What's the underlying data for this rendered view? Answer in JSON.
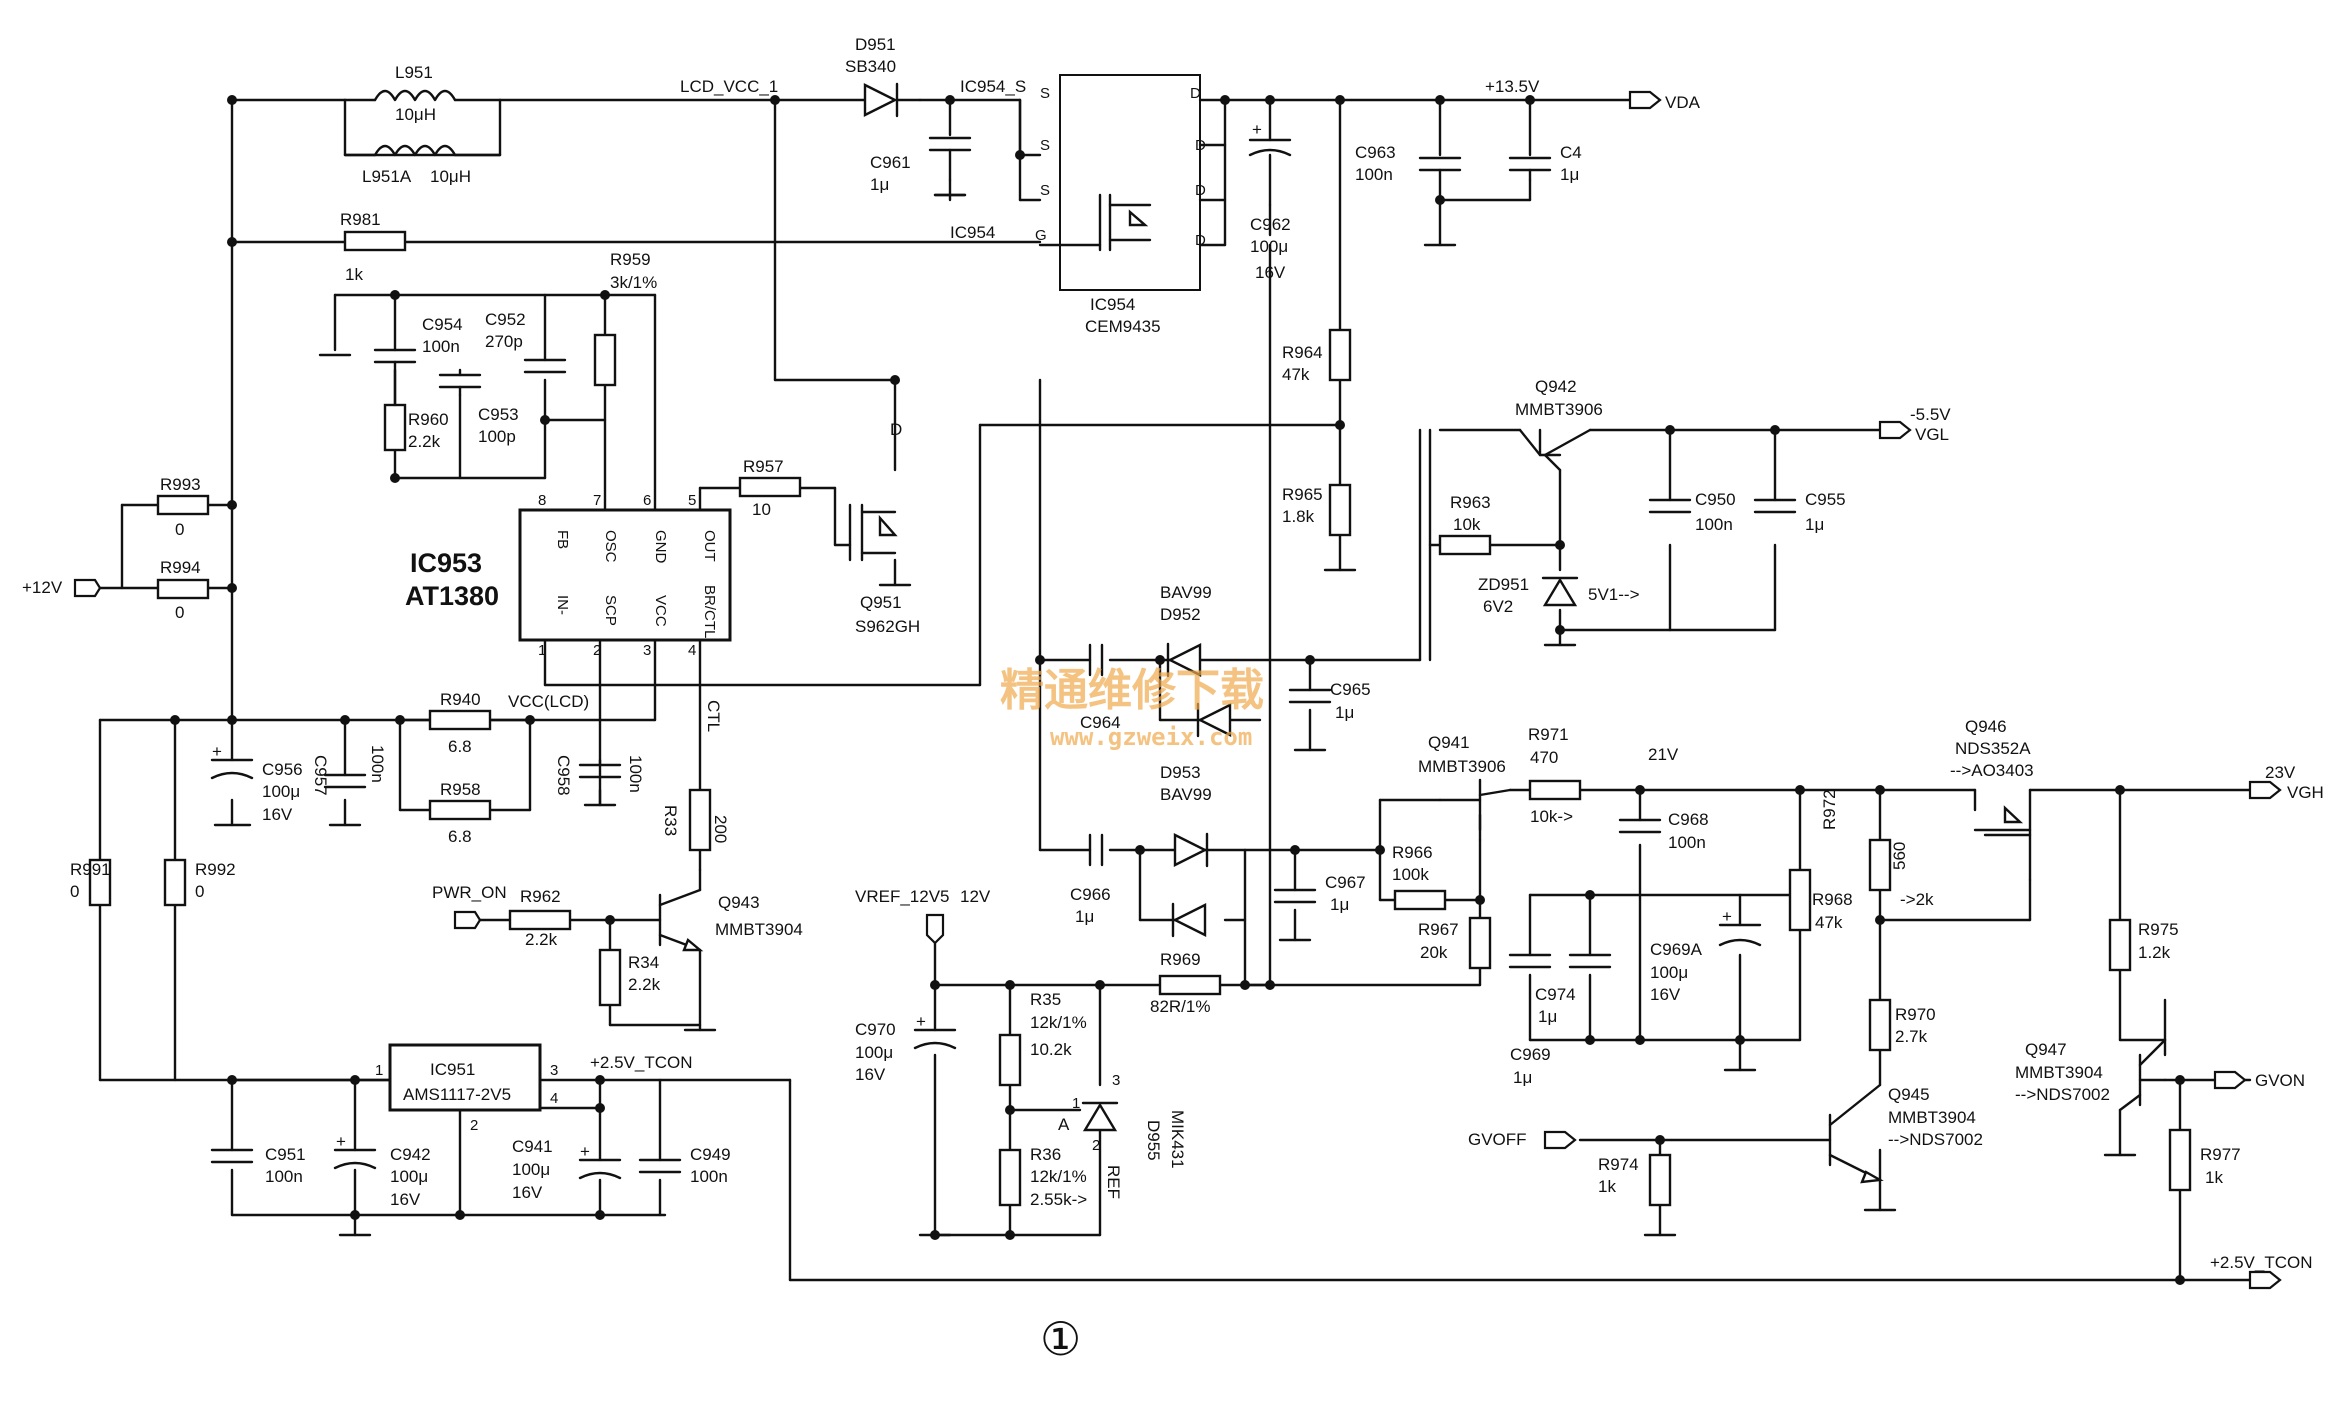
{
  "watermark": {
    "site_name": "精通维修下载",
    "url": "www.gzweix.com"
  },
  "page_mark": "①",
  "nets": {
    "lcd_vcc_1": "LCD_VCC_1",
    "ic954_s": "IC954_S",
    "ic954_g": "IC954",
    "v13_5": "+13.5V",
    "vda": "VDA",
    "v_5_5": "-5.5V",
    "vgl": "VGL",
    "v12": "+12V",
    "vcc_lcd": "VCC(LCD)",
    "pwr_on": "PWR_ON",
    "vref": "VREF_12V5",
    "vref_12v": "12V",
    "tcon_top": "+2.5V_TCON",
    "tcon_bottom": "+2.5V_TCON",
    "v21": "21V",
    "v23": "23V",
    "vgh": "VGH",
    "gvoff": "GVOFF",
    "gvon": "GVON",
    "ctl": "CTL",
    "d_label": "D",
    "pin_a": "A",
    "pin_ref": "REF",
    "zd_note": "5V1-->"
  },
  "components": {
    "l951": {
      "ref": "L951",
      "value": "10μH"
    },
    "l951a": {
      "ref": "L951A",
      "value": "10μH"
    },
    "r981": {
      "ref": "R981",
      "value": "1k"
    },
    "d951": {
      "ref": "D951",
      "value": "SB340"
    },
    "c961": {
      "ref": "C961",
      "value": "1μ"
    },
    "ic954": {
      "ref": "IC954",
      "value": "CEM9435",
      "pins": [
        "S",
        "S",
        "S",
        "G",
        "D",
        "D",
        "D",
        "D"
      ]
    },
    "c962": {
      "ref": "C962",
      "value": "100μ",
      "rating": "16V"
    },
    "c963": {
      "ref": "C963",
      "value": "100n"
    },
    "c4": {
      "ref": "C4",
      "value": "1μ"
    },
    "r959": {
      "ref": "R959",
      "value": "3k/1%"
    },
    "c954": {
      "ref": "C954",
      "value": "100n"
    },
    "c952": {
      "ref": "C952",
      "value": "270p"
    },
    "c953": {
      "ref": "C953",
      "value": "100p"
    },
    "r960": {
      "ref": "R960",
      "value": "2.2k"
    },
    "ic953": {
      "ref": "IC953",
      "value": "AT1380",
      "pins_top": [
        "FB",
        "OSC",
        "GND",
        "OUT"
      ],
      "pins_bottom": [
        "IN-",
        "SCP",
        "VCC",
        "BR/CTL"
      ],
      "pin_numbers": [
        "8",
        "7",
        "6",
        "5",
        "1",
        "2",
        "3",
        "4"
      ]
    },
    "r957": {
      "ref": "R957",
      "value": "10"
    },
    "q951": {
      "ref": "Q951",
      "value": "S962GH"
    },
    "r964": {
      "ref": "R964",
      "value": "47k"
    },
    "r965": {
      "ref": "R965",
      "value": "1.8k"
    },
    "q942": {
      "ref": "Q942",
      "value": "MMBT3906"
    },
    "r963": {
      "ref": "R963",
      "value": "10k"
    },
    "zd951": {
      "ref": "ZD951",
      "value": "6V2"
    },
    "c950": {
      "ref": "C950",
      "value": "100n"
    },
    "c955": {
      "ref": "C955",
      "value": "1μ"
    },
    "r993": {
      "ref": "R993",
      "value": "0"
    },
    "r994": {
      "ref": "R994",
      "value": "0"
    },
    "d952": {
      "ref": "D952",
      "value": "BAV99"
    },
    "c964": {
      "ref": "C964",
      "value": ""
    },
    "c965": {
      "ref": "C965",
      "value": "1μ"
    },
    "d953": {
      "ref": "D953",
      "value": "BAV99"
    },
    "r940": {
      "ref": "R940",
      "value": "6.8"
    },
    "r958": {
      "ref": "R958",
      "value": "6.8"
    },
    "c956": {
      "ref": "C956",
      "value": "100μ",
      "rating": "16V"
    },
    "c957": {
      "ref": "C957",
      "value": "100n"
    },
    "c958": {
      "ref": "C958",
      "value": "100n"
    },
    "r33": {
      "ref": "R33",
      "value": "200"
    },
    "q941": {
      "ref": "Q941",
      "value": "MMBT3906"
    },
    "r971": {
      "ref": "R971",
      "value": "470",
      "note": "10k->"
    },
    "q946": {
      "ref": "Q946",
      "value": "NDS352A",
      "note": "-->AO3403"
    },
    "r991": {
      "ref": "R991",
      "value": "0"
    },
    "r992": {
      "ref": "R992",
      "value": "0"
    },
    "r962": {
      "ref": "R962",
      "value": "2.2k"
    },
    "q943": {
      "ref": "Q943",
      "value": "MMBT3904"
    },
    "r34": {
      "ref": "R34",
      "value": "2.2k"
    },
    "c966": {
      "ref": "C966",
      "value": "1μ"
    },
    "c967": {
      "ref": "C967",
      "value": "1μ"
    },
    "r966": {
      "ref": "R966",
      "value": "100k"
    },
    "r967": {
      "ref": "R967",
      "value": "20k"
    },
    "c968": {
      "ref": "C968",
      "value": "100n"
    },
    "c969a": {
      "ref": "C969A",
      "value": "100μ",
      "rating": "16V"
    },
    "c974": {
      "ref": "C974",
      "value": "1μ"
    },
    "c969": {
      "ref": "C969",
      "value": "1μ"
    },
    "r972": {
      "ref": "R972",
      "value": "560",
      "note": "->2k"
    },
    "r968": {
      "ref": "R968",
      "value": "47k"
    },
    "r970": {
      "ref": "R970",
      "value": "2.7k"
    },
    "c970": {
      "ref": "C970",
      "value": "100μ",
      "rating": "16V"
    },
    "r35": {
      "ref": "R35",
      "value": "12k/1%",
      "alt": "10.2k"
    },
    "r36": {
      "ref": "R36",
      "value": "12k/1%",
      "alt": "2.55k->"
    },
    "d955": {
      "ref": "D955",
      "value": "MIK431"
    },
    "r969": {
      "ref": "R969",
      "value": "82R/1%"
    },
    "ic951": {
      "ref": "IC951",
      "value": "AMS1117-2V5",
      "pin_numbers": [
        "1",
        "2",
        "3",
        "4"
      ]
    },
    "c951": {
      "ref": "C951",
      "value": "100n"
    },
    "c942": {
      "ref": "C942",
      "value": "100μ",
      "rating": "16V"
    },
    "c941": {
      "ref": "C941",
      "value": "100μ",
      "rating": "16V"
    },
    "c949": {
      "ref": "C949",
      "value": "100n"
    },
    "q945": {
      "ref": "Q945",
      "value": "MMBT3904",
      "note": "-->NDS7002"
    },
    "r974": {
      "ref": "R974",
      "value": "1k"
    },
    "q947": {
      "ref": "Q947",
      "value": "MMBT3904",
      "note": "-->NDS7002"
    },
    "r975": {
      "ref": "R975",
      "value": "1.2k"
    },
    "r977": {
      "ref": "R977",
      "value": "1k"
    }
  }
}
